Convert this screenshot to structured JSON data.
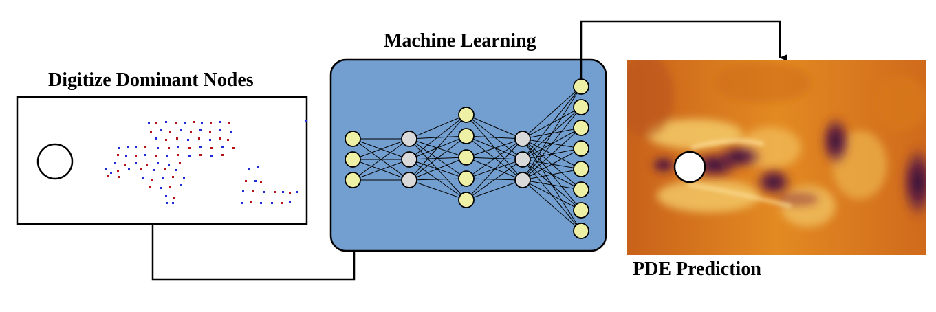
{
  "labels": {
    "digitize": "Digitize Dominant Nodes",
    "machine_learning": "Machine Learning",
    "pde_prediction": "PDE Prediction"
  },
  "colors": {
    "ml_box_fill": "#729fcf",
    "input_output_node": "#eef0a6",
    "hidden_node": "#d9d9d9",
    "dot_blue": "#1f2bd6",
    "dot_red": "#b01414",
    "field_warm": "#e8891e",
    "field_dark": "#2a0f3f"
  },
  "network": {
    "layers": [
      {
        "nodes": 3,
        "kind": "input"
      },
      {
        "nodes": 3,
        "kind": "hidden"
      },
      {
        "nodes": 5,
        "kind": "hidden-yellow"
      },
      {
        "nodes": 3,
        "kind": "hidden"
      },
      {
        "nodes": 8,
        "kind": "output"
      }
    ]
  },
  "icons": [
    "cylinder-icon",
    "arrow-icon"
  ]
}
